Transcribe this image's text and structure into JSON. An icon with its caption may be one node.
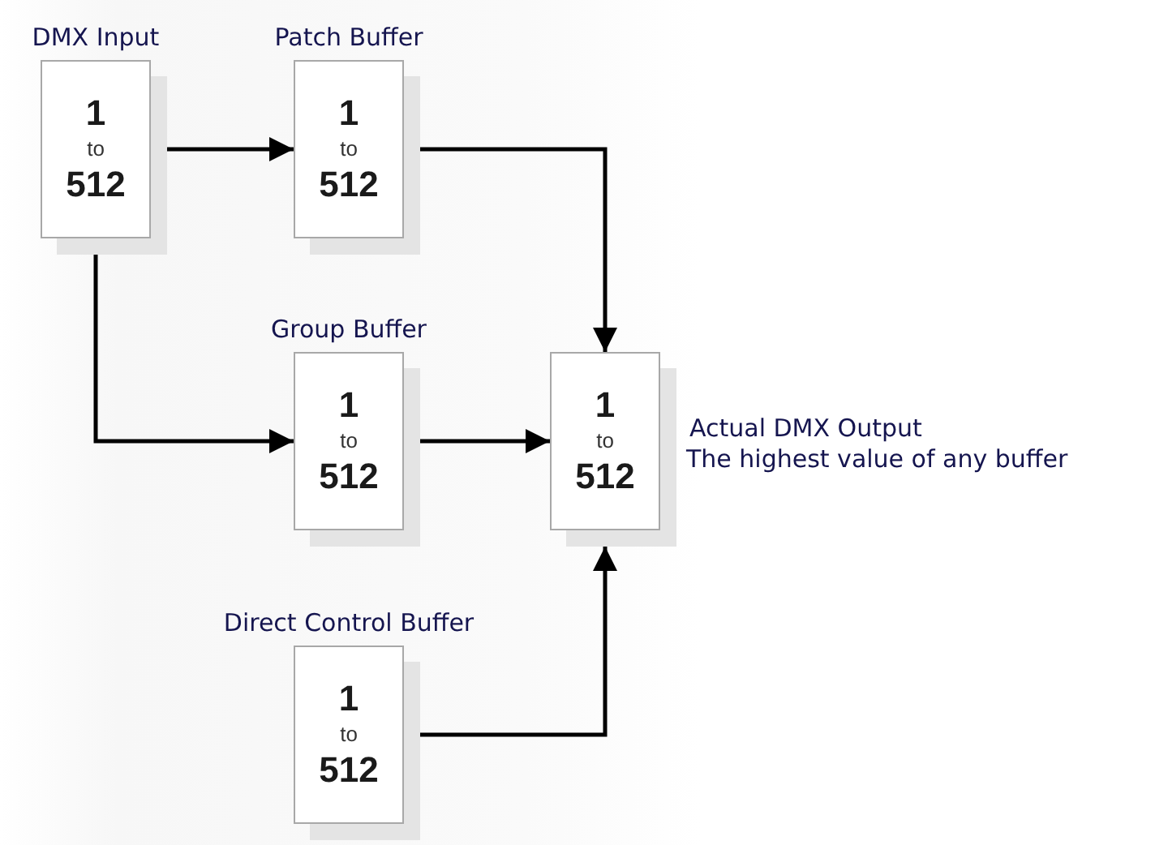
{
  "diagram": {
    "nodes": [
      {
        "text": [
          "DMX Input",
          "1",
          "to",
          "512"
        ]
      },
      {
        "text": [
          "Patch Buffer",
          "1",
          "to",
          "512"
        ]
      },
      {
        "text": [
          "Group Buffer",
          "1",
          "to",
          "512"
        ]
      },
      {
        "text": [
          "1",
          "to",
          "512"
        ],
        "beside": [
          "Actual DMX Output",
          "The highest value of any buffer"
        ]
      },
      {
        "text": [
          "Direct Control Buffer",
          "1",
          "to",
          "512"
        ]
      }
    ],
    "edges": [
      {
        "from": 0,
        "to": 1,
        "arrow": "to"
      },
      {
        "from": 0,
        "to": 2,
        "arrow": "to"
      },
      {
        "from": 1,
        "to": 3,
        "arrow": "to"
      },
      {
        "from": 2,
        "to": 3,
        "arrow": "to"
      },
      {
        "from": 4,
        "to": 3,
        "arrow": "to"
      }
    ]
  }
}
